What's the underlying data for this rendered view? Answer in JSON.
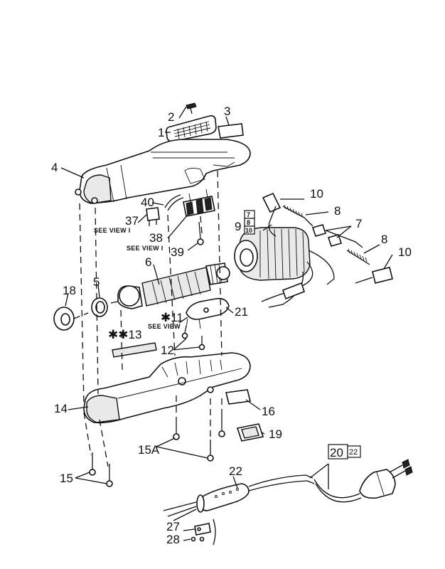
{
  "labels": {
    "p1": "1",
    "p2": "2",
    "p3": "3",
    "p4": "4",
    "p5": "5",
    "p6": "6",
    "p7": "7",
    "p8a": "8",
    "p8b": "8",
    "p9": "9",
    "p10a": "10",
    "p10b": "10",
    "p11": "✱11",
    "p12": "12",
    "p13": "✱✱13",
    "p14": "14",
    "p15": "15",
    "p15a": "15A",
    "p16": "16",
    "p18": "18",
    "p19": "19",
    "p20": "20",
    "p21": "21",
    "p22": "22",
    "p27": "27",
    "p28": "28",
    "p37": "37",
    "p38": "38",
    "p39": "39",
    "p40": "40"
  },
  "boxed": {
    "box7": "7",
    "box8": "8",
    "box10": "10",
    "box22": "22"
  },
  "notes": {
    "see_view_37": "SEE VIEW I",
    "see_view_38": "SEE VIEW I",
    "see_view_11": "SEE VIEW"
  }
}
